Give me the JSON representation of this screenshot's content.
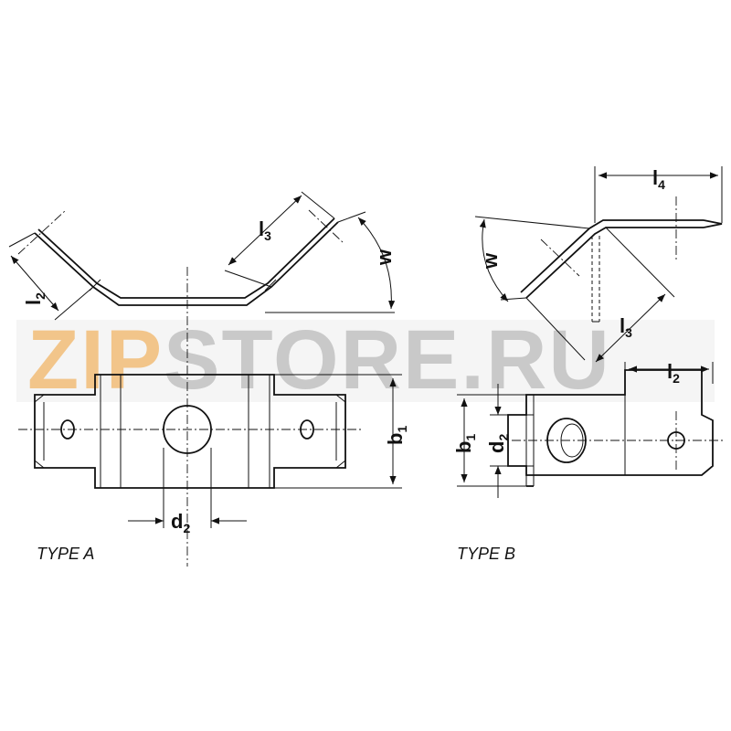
{
  "watermark": {
    "prefix": "ZIP",
    "suffix": "STORE.RU",
    "prefix_color": "#f2c58a",
    "suffix_color": "#c9c9c9"
  },
  "captions": {
    "type_a": "TYPE A",
    "type_b": "TYPE B"
  },
  "dimensions": {
    "l2": {
      "base": "l",
      "sub": "2"
    },
    "l3": {
      "base": "l",
      "sub": "3"
    },
    "l4": {
      "base": "l",
      "sub": "4"
    },
    "w": "w",
    "b1": {
      "base": "b",
      "sub": "1"
    },
    "d2": {
      "base": "d",
      "sub": "2"
    }
  },
  "colors": {
    "line": "#111111",
    "background": "#ffffff"
  }
}
